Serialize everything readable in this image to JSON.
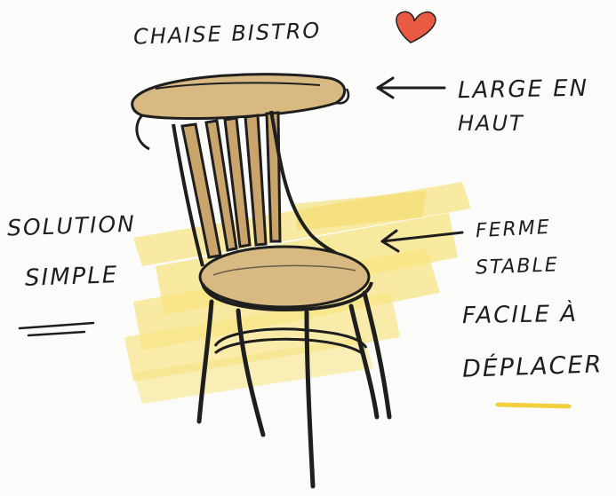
{
  "labels": {
    "title": "Chaise bistro",
    "large_line1": "Large en",
    "large_line2": "haut",
    "solution_line1": "Solution",
    "solution_line2": "simple",
    "ferme": "Ferme",
    "stable": "stable",
    "facile": "Facile à",
    "deplacer": "déplacer"
  },
  "icons": {
    "heart": "heart-icon"
  },
  "colors": {
    "heart": "#e85a43",
    "highlight": "#f6df6a",
    "wood": "#d8b982",
    "ink": "#1e1e1e"
  }
}
